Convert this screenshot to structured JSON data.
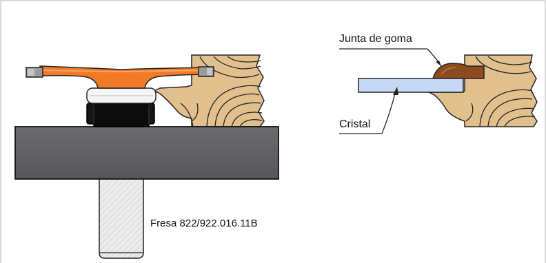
{
  "labels": {
    "rubber_seal": "Junta de goma",
    "glass": "Cristal",
    "cutter": "Fresa 822/922.016.11B"
  },
  "colors": {
    "table": "#5f6062",
    "blade": "#f07a25",
    "wood": "#e2c08e",
    "glass": "#c6d8f3",
    "seal": "#8b4b1f",
    "shank": "#e6e6e6",
    "nut": "#111111"
  }
}
